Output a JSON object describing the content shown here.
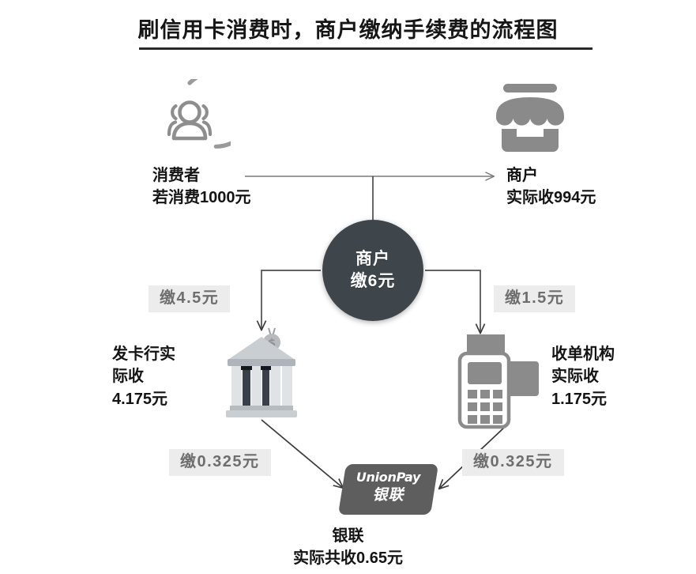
{
  "title": "刷信用卡消费时，商户缴纳手续费的流程图",
  "nodes": {
    "consumer": {
      "icon": "people-group-icon",
      "line1": "消费者",
      "line2": "若消费1000元"
    },
    "merchant": {
      "icon": "storefront-icon",
      "line1": "商户",
      "line2": "实际收994元"
    },
    "merchant_fee": {
      "line1": "商户",
      "line2": "缴6元",
      "circle_color": "#3f464b"
    },
    "issuing_bank": {
      "icon": "bank-building-icon",
      "line1": "发卡行实",
      "line2": "际收",
      "line3": "4.175元"
    },
    "acquirer": {
      "icon": "pos-terminal-icon",
      "line1": "收单机构",
      "line2": "实际收",
      "line3": "1.175元"
    },
    "unionpay": {
      "icon": "unionpay-logo-icon",
      "logo_en": "UnionPay",
      "logo_cn": "银联",
      "line1": "银联",
      "line2": "实际共收0.65元",
      "logo_color": "#5e5e5e"
    }
  },
  "fees": {
    "to_bank": "缴4.5元",
    "to_acquirer": "缴1.5元",
    "bank_to_unionpay": "缴0.325元",
    "acquirer_to_unionpay": "缴0.325元"
  },
  "colors": {
    "tag_bg": "#ececec",
    "tag_text": "#6e6e6e",
    "icon_gray": "#8a8a8a",
    "text": "#141414",
    "line": "#4a4a4a"
  }
}
